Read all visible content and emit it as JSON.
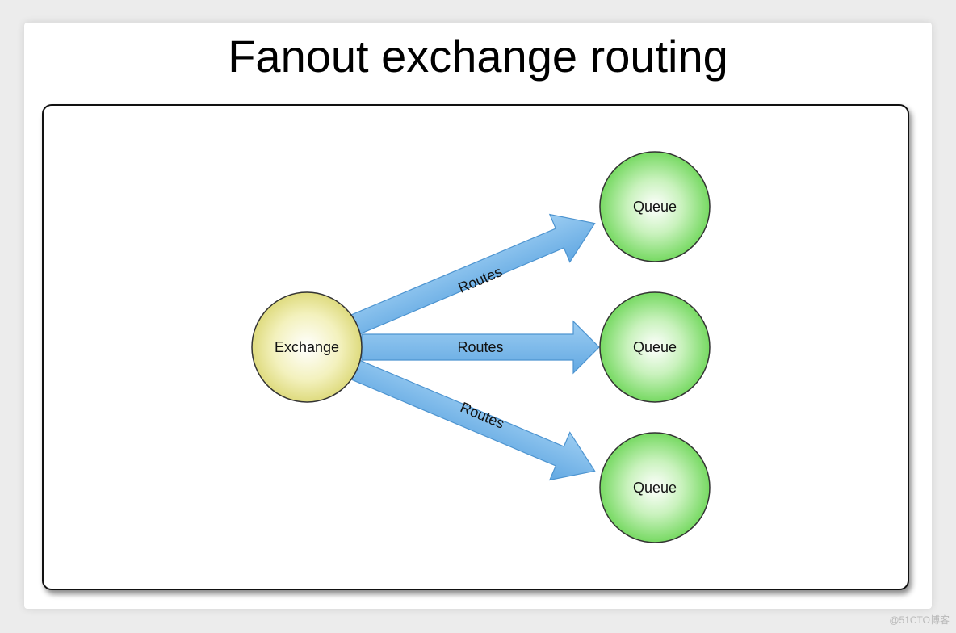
{
  "title": "Fanout exchange routing",
  "diagram": {
    "exchange": {
      "label": "Exchange",
      "color": "#e6e38a"
    },
    "queues": [
      {
        "label": "Queue",
        "color": "#7fdc6b"
      },
      {
        "label": "Queue",
        "color": "#7fdc6b"
      },
      {
        "label": "Queue",
        "color": "#7fdc6b"
      }
    ],
    "edges": [
      {
        "label": "Routes",
        "from": "Exchange",
        "to": "Queue 1"
      },
      {
        "label": "Routes",
        "from": "Exchange",
        "to": "Queue 2"
      },
      {
        "label": "Routes",
        "from": "Exchange",
        "to": "Queue 3"
      }
    ],
    "arrow_color": "#76b7e8"
  },
  "watermark": "@51CTO博客"
}
